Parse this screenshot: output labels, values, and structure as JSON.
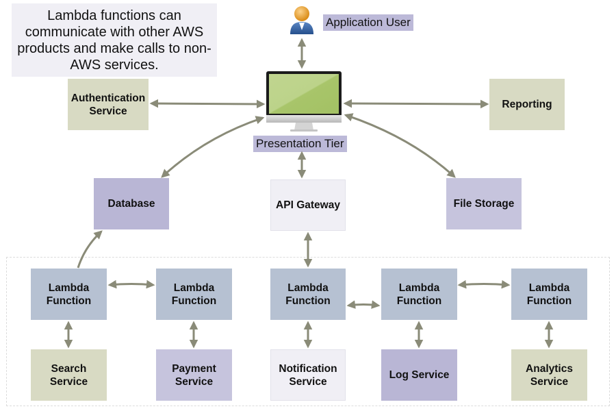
{
  "note": {
    "text": "Lambda functions can communicate with other AWS products and make calls to non-AWS services."
  },
  "top": {
    "user_label": "Application User",
    "user_icon": "user-icon",
    "monitor_icon": "monitor-icon",
    "presentation_label": "Presentation Tier"
  },
  "services": {
    "authentication": "Authentication\nService",
    "reporting": "Reporting",
    "database": "Database",
    "api_gateway": "API Gateway",
    "file_storage": "File Storage"
  },
  "lambdas": [
    {
      "label": "Lambda\nFunction"
    },
    {
      "label": "Lambda\nFunction"
    },
    {
      "label": "Lambda\nFunction"
    },
    {
      "label": "Lambda\nFunction"
    },
    {
      "label": "Lambda\nFunction"
    }
  ],
  "bottom_services": [
    {
      "label": "Search\nService"
    },
    {
      "label": "Payment\nService"
    },
    {
      "label": "Notification\nService"
    },
    {
      "label": "Log Service"
    },
    {
      "label": "Analytics\nService"
    }
  ],
  "colors": {
    "arrow": "#8a8b78",
    "olive": "#d8dac3",
    "lavender": "#b9b6d5",
    "pale": "#f0eff5",
    "lambda_blue": "#b6c1d2",
    "screen_green": "#a9c66b"
  }
}
